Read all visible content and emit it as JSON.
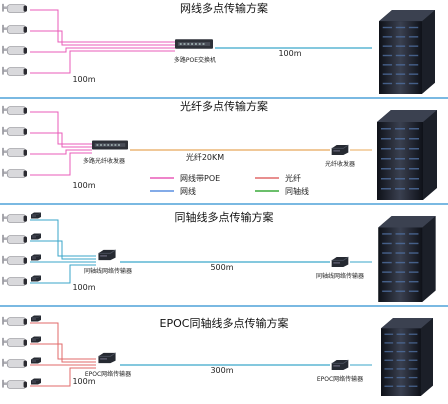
{
  "sections": [
    {
      "title": "网线多点传输方案",
      "device_label": "多路POE交换机",
      "distance_left": "100m",
      "distance_link": "100m",
      "camera_count": 4,
      "line_colors": {
        "fan": "#e85bb8",
        "link": "#3aa6c9"
      }
    },
    {
      "title": "光纤多点传输方案",
      "device_left_label": "多路光纤收发器",
      "device_right_label": "光纤收发器",
      "distance_left": "100m",
      "distance_link": "光纤20KM",
      "camera_count": 4,
      "line_colors": {
        "fan": "#e85bb8",
        "link": "#e8a85a"
      },
      "legend": [
        {
          "label": "网线带POE",
          "color": "#e85bb8"
        },
        {
          "label": "光纤",
          "color": "#e06a6a"
        },
        {
          "label": "网线",
          "color": "#5a8fe0"
        },
        {
          "label": "同轴线",
          "color": "#3aaa3a"
        }
      ]
    },
    {
      "title": "同轴线多点传输方案",
      "device_left_label": "同轴线网络传输器",
      "device_right_label": "同轴线网络传输器",
      "distance_left": "100m",
      "distance_link": "500m",
      "camera_count": 4,
      "line_colors": {
        "fan": "#3aa6c9",
        "link": "#3aa6c9"
      }
    },
    {
      "title": "EPOC同轴线多点传输方案",
      "device_left_label": "EPOC网络传输器",
      "device_right_label": "EPOC网络传输器",
      "distance_left": "100m",
      "distance_link": "300m",
      "camera_count": 4,
      "line_colors": {
        "fan": "#e06a6a",
        "link": "#3aa6c9"
      }
    }
  ],
  "colors": {
    "divider": "#2a8fd0",
    "camera": "#c9c9cc",
    "server": "#1a1e2a"
  }
}
